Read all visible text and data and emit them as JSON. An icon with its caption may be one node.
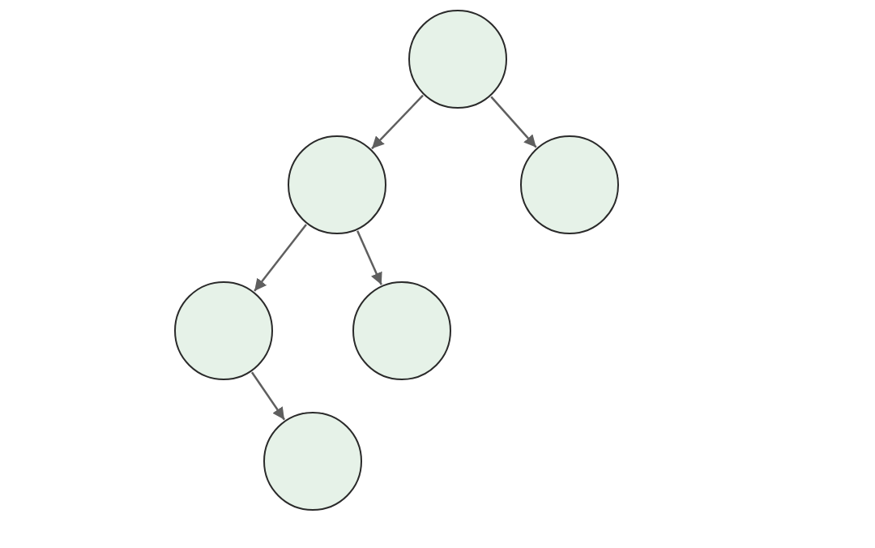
{
  "diagram": {
    "nodes": [
      {
        "text": [],
        "shape": "circle"
      },
      {
        "text": [],
        "shape": "circle"
      },
      {
        "text": [],
        "shape": "circle"
      },
      {
        "text": [],
        "shape": "circle"
      },
      {
        "text": [],
        "shape": "circle"
      },
      {
        "text": [],
        "shape": "circle"
      }
    ],
    "edges": [
      {
        "from": 0,
        "to": 1,
        "arrow": "to"
      },
      {
        "from": 0,
        "to": 2,
        "arrow": "to"
      },
      {
        "from": 1,
        "to": 3,
        "arrow": "to"
      },
      {
        "from": 1,
        "to": 4,
        "arrow": "to"
      },
      {
        "from": 3,
        "to": 5,
        "arrow": "to"
      }
    ]
  }
}
